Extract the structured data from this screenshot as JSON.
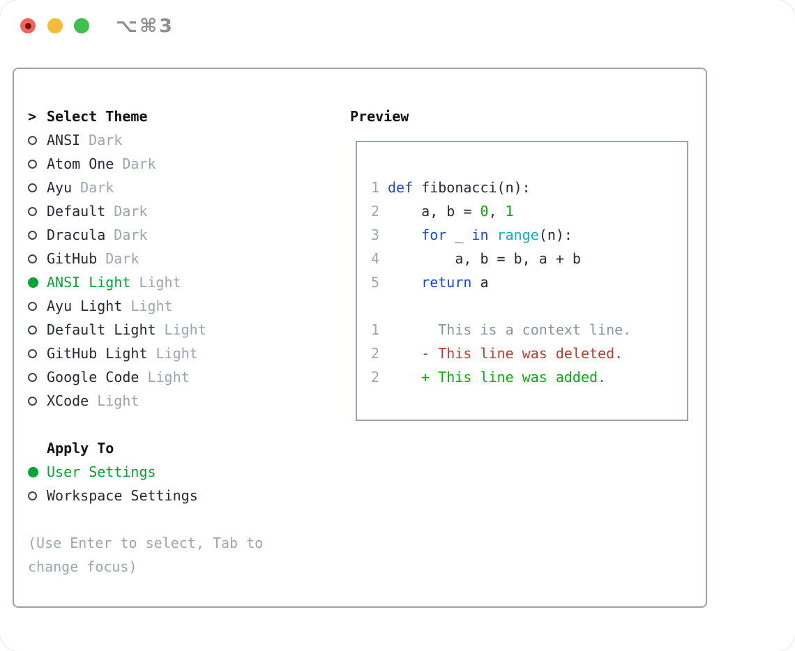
{
  "window": {
    "title": "⌥⌘3",
    "traffic_lights": [
      "close",
      "minimize",
      "zoom"
    ]
  },
  "colors": {
    "accent_green": "#00a532",
    "keyword_blue": "#1d49d7",
    "builtin_cyan": "#00b6c2",
    "number_green": "#00a900",
    "added_green": "#00b400",
    "deleted_red": "#c0392b",
    "muted_gray": "#9aa5b1",
    "context_gray": "#8b959e",
    "border_gray": "#9aa3ad",
    "text_primary": "#24292f",
    "title_gray": "#8e8e8e",
    "traffic_red": "#f4635c",
    "traffic_red_dot": "#6d1507",
    "traffic_yellow": "#f7bc37",
    "traffic_green": "#3ec14b"
  },
  "theme_list": {
    "prompt": ">",
    "header": "Select Theme",
    "items": [
      {
        "name": "ANSI",
        "tag": "Dark",
        "selected": false
      },
      {
        "name": "Atom One",
        "tag": "Dark",
        "selected": false
      },
      {
        "name": "Ayu",
        "tag": "Dark",
        "selected": false
      },
      {
        "name": "Default",
        "tag": "Dark",
        "selected": false
      },
      {
        "name": "Dracula",
        "tag": "Dark",
        "selected": false
      },
      {
        "name": "GitHub",
        "tag": "Dark",
        "selected": false
      },
      {
        "name": "ANSI Light",
        "tag": "Light",
        "selected": true
      },
      {
        "name": "Ayu Light",
        "tag": "Light",
        "selected": false
      },
      {
        "name": "Default Light",
        "tag": "Light",
        "selected": false
      },
      {
        "name": "GitHub Light",
        "tag": "Light",
        "selected": false
      },
      {
        "name": "Google Code",
        "tag": "Light",
        "selected": false
      },
      {
        "name": "XCode",
        "tag": "Light",
        "selected": false
      }
    ]
  },
  "apply_to": {
    "header": "Apply To",
    "options": [
      {
        "label": "User Settings",
        "selected": true
      },
      {
        "label": "Workspace Settings",
        "selected": false
      }
    ]
  },
  "hint": "(Use Enter to select, Tab to change focus)",
  "preview": {
    "header": "Preview",
    "code_lines": [
      {
        "num": "1",
        "segments": [
          {
            "text": "def",
            "type": "keyword"
          },
          {
            "text": " fibonacci(n):",
            "type": "plain"
          }
        ]
      },
      {
        "num": "2",
        "segments": [
          {
            "text": "    a, b = ",
            "type": "plain"
          },
          {
            "text": "0",
            "type": "number"
          },
          {
            "text": ", ",
            "type": "plain"
          },
          {
            "text": "1",
            "type": "number"
          }
        ]
      },
      {
        "num": "3",
        "segments": [
          {
            "text": "    ",
            "type": "plain"
          },
          {
            "text": "for",
            "type": "keyword"
          },
          {
            "text": " _ ",
            "type": "plain"
          },
          {
            "text": "in",
            "type": "keyword"
          },
          {
            "text": " ",
            "type": "plain"
          },
          {
            "text": "range",
            "type": "builtin"
          },
          {
            "text": "(n):",
            "type": "plain"
          }
        ]
      },
      {
        "num": "4",
        "segments": [
          {
            "text": "        a, b = b, a + b",
            "type": "plain"
          }
        ]
      },
      {
        "num": "5",
        "segments": [
          {
            "text": "    ",
            "type": "plain"
          },
          {
            "text": "return",
            "type": "keyword"
          },
          {
            "text": " a",
            "type": "plain"
          }
        ]
      }
    ],
    "diff_lines": [
      {
        "num": "1",
        "kind": "context",
        "text": "      This is a context line."
      },
      {
        "num": "2",
        "kind": "deleted",
        "text": "    - This line was deleted."
      },
      {
        "num": "2",
        "kind": "added",
        "text": "    + This line was added."
      }
    ]
  }
}
